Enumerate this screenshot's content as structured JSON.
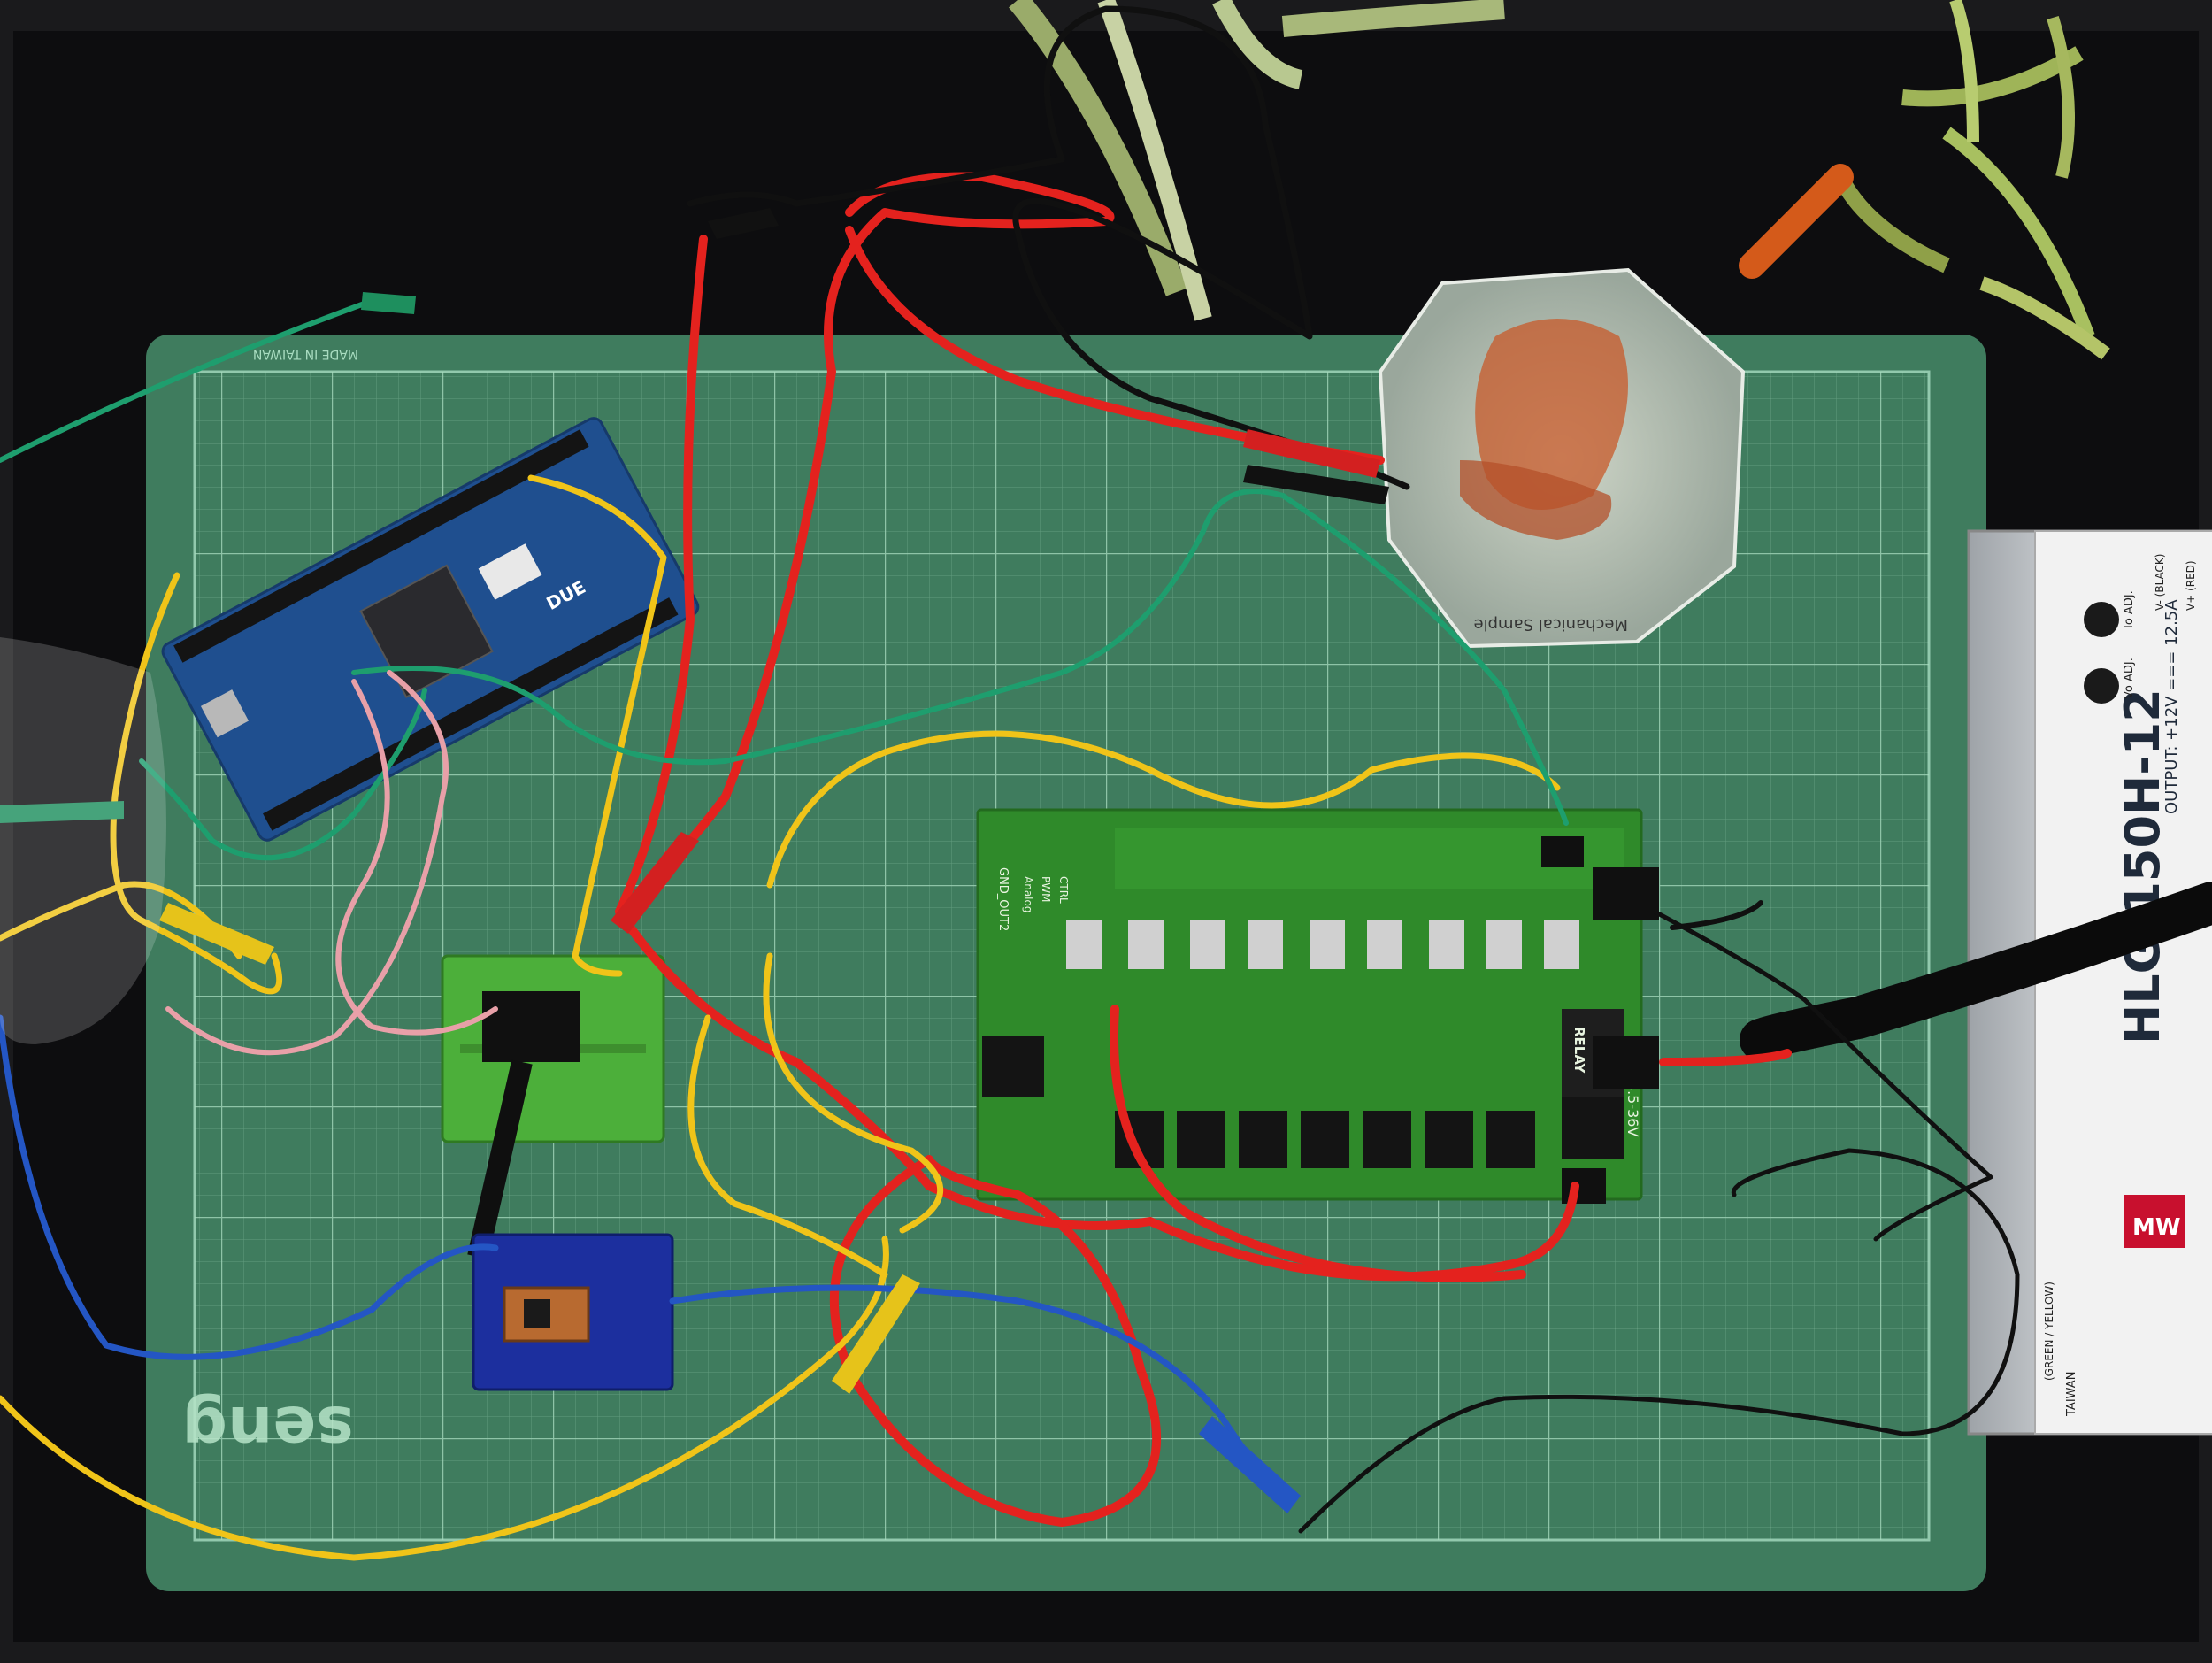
{
  "mat": {
    "brand": "seng",
    "made_in": "MADE IN TAIWAN"
  },
  "arduino": {
    "model": "DUE"
  },
  "sample": {
    "label": "Mechanical Sample"
  },
  "pcb": {
    "input_label": "Input: 4.5-36V",
    "channel_labels": [
      "Analog",
      "PWM",
      "CTRL"
    ],
    "out_label": "GND_OUT2",
    "relay": "RELAY"
  },
  "psu": {
    "model": "HLG-150H-12",
    "brand": "MW",
    "output": "OUTPUT: +12V === 12.5A",
    "vo_adj": "Vo ADJ.",
    "io_adj": "Io ADJ.",
    "v_minus": "V- (BLACK)",
    "v_plus": "V+ (RED)",
    "country": "TAIWAN",
    "ground": "(GREEN / YELLOW)"
  },
  "colors": {
    "background": "#1a1a1c",
    "mat": "#3f7c5e",
    "grid": "#8cc4a4",
    "pcb": "#2f8a2a",
    "arduino": "#1f4f8f",
    "wire_red": "#e4221e",
    "wire_yellow": "#f0c419",
    "wire_blue": "#2456c4",
    "wire_green": "#1e9e6e",
    "wire_black": "#101010",
    "psu": "#c9ccd0"
  }
}
